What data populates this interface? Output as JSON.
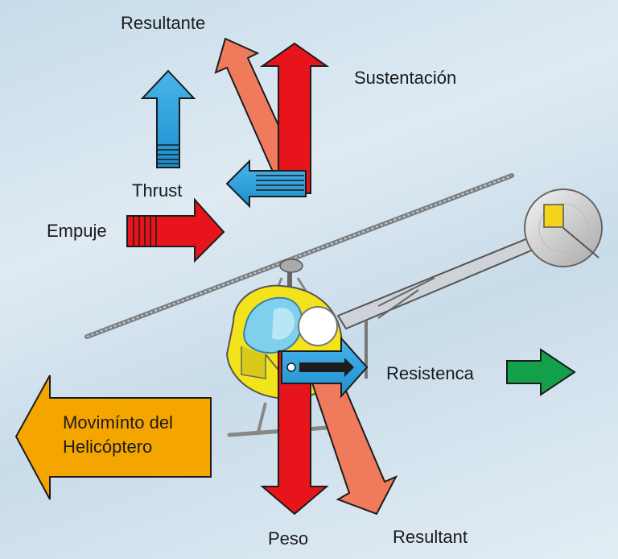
{
  "labels": {
    "resultante_top": "Resultante",
    "sustentacion": "Sustentación",
    "thrust": "Thrust",
    "empuje": "Empuje",
    "resistencia": "Resistenca",
    "movimiento_line1": "Movimínto del",
    "movimiento_line2": "Helicóptero",
    "peso": "Peso",
    "resultant_bottom": "Resultant"
  },
  "colors": {
    "lift_red": "#e8141c",
    "resultant_salmon": "#f07a5c",
    "thrust_blue": "#2ea8e0",
    "drag_green": "#13a04a",
    "motion_orange": "#f5a500",
    "outline": "#1c1c1c"
  }
}
